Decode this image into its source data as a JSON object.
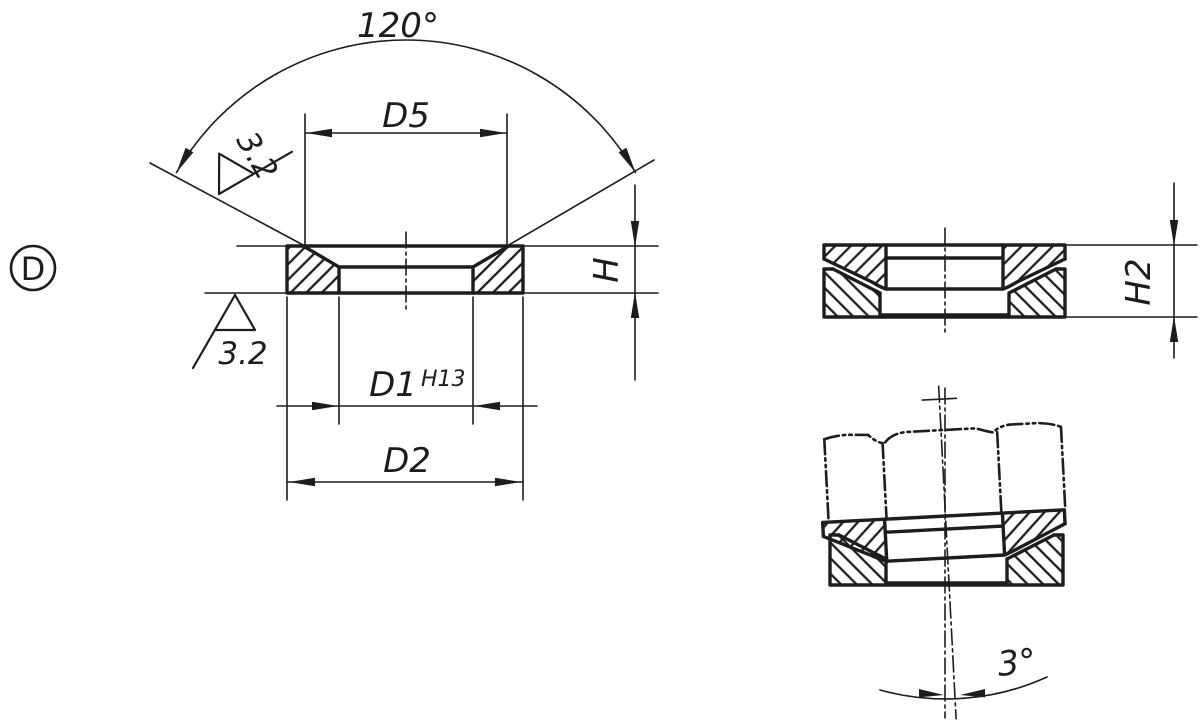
{
  "drawing": {
    "form_label": "D",
    "labels": {
      "cone_angle": "120°",
      "d5": "D5",
      "roughness_cone": "3.2",
      "roughness_bottom": "3.2",
      "h": "H",
      "d1": "D1",
      "d1_tolerance": "H13",
      "d2": "D2",
      "h2": "H2",
      "tilt_angle": "3°"
    },
    "colors": {
      "line": "#1d1d1b",
      "background": "#ffffff"
    }
  }
}
